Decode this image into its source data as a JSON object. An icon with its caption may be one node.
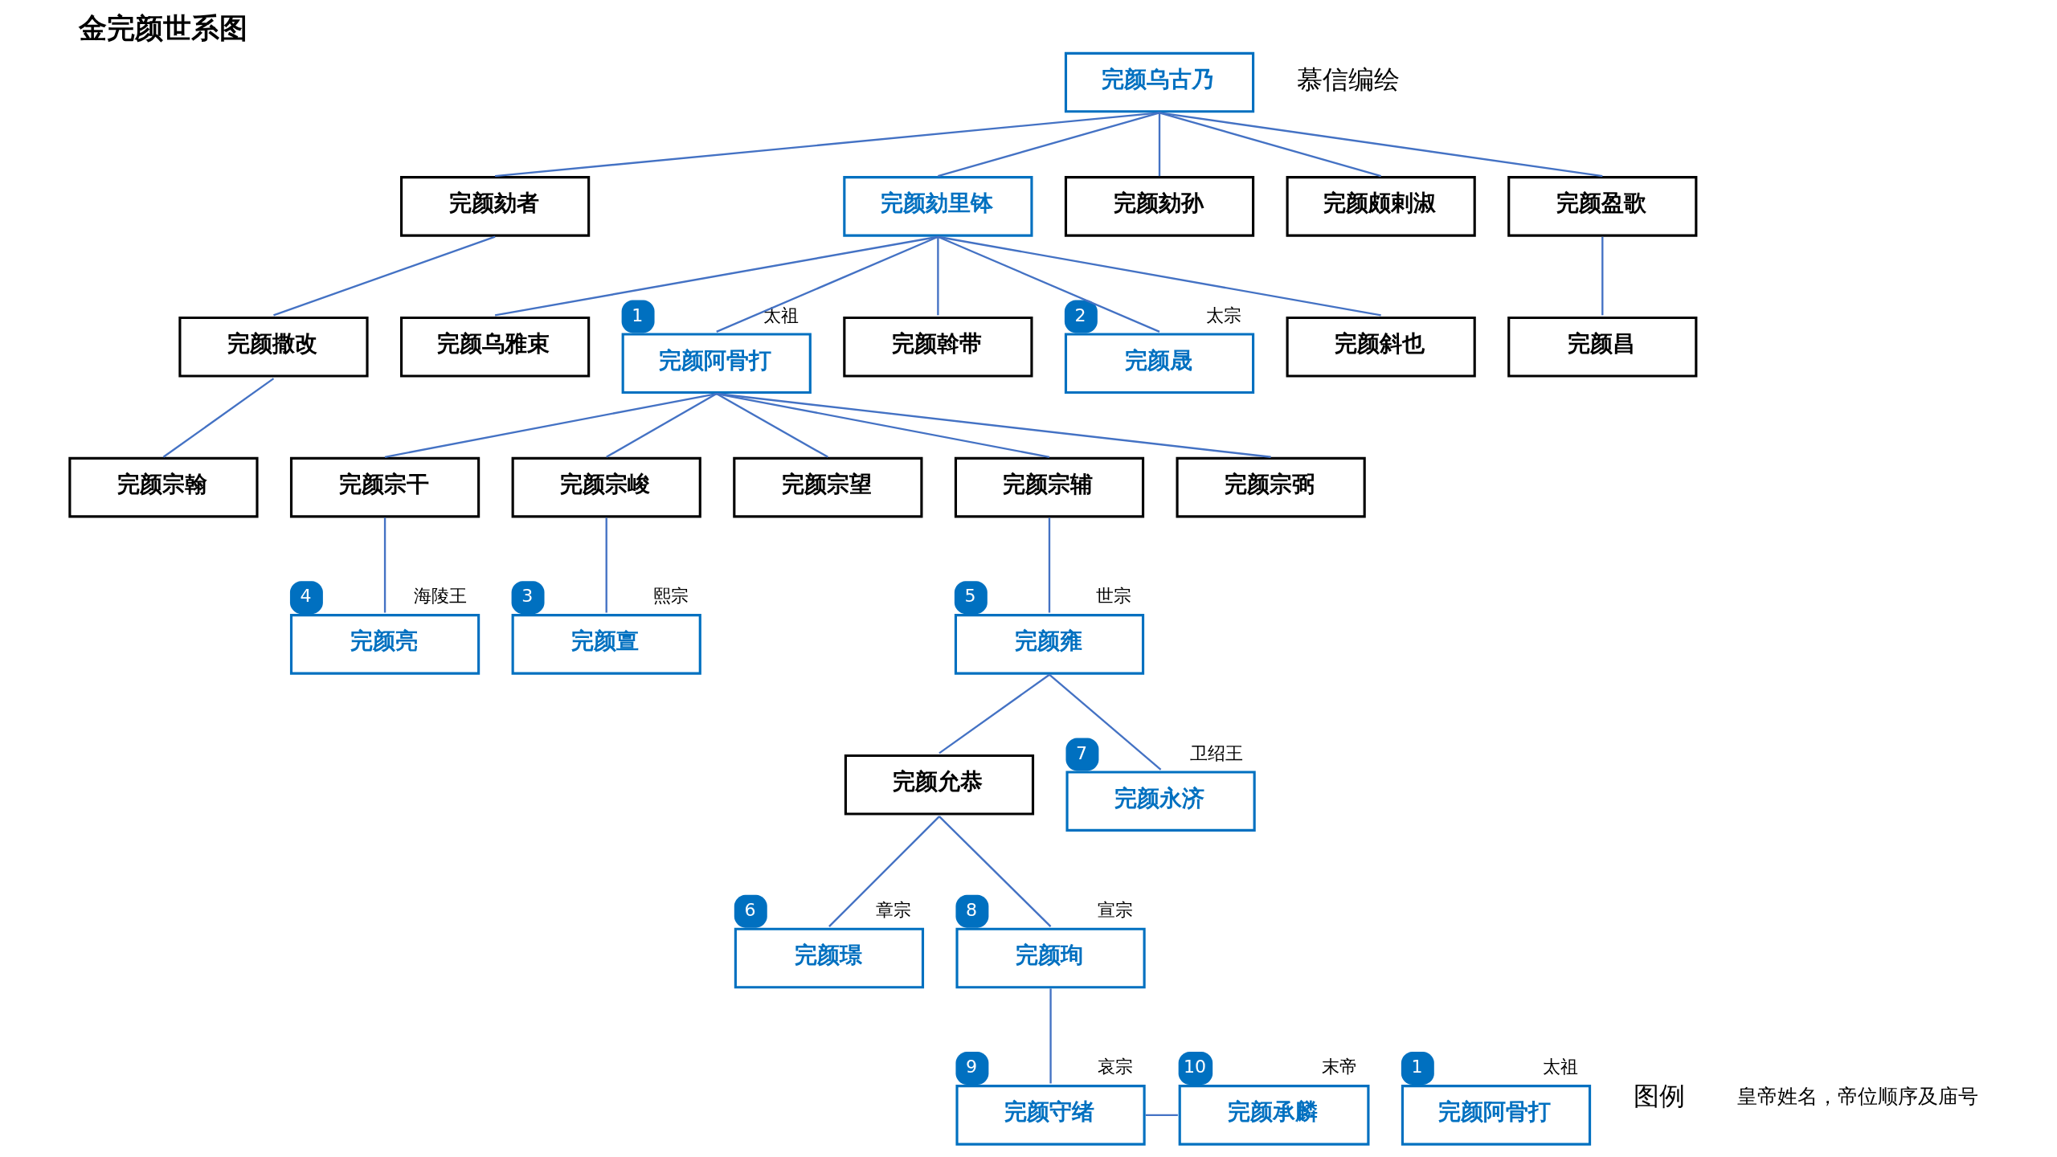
{
  "diagram": {
    "title": "金完颜世系图",
    "nodes": [
      {
        "text": [
          "完颜乌古乃"
        ]
      },
      {
        "text": [
          "完颜劾者"
        ]
      },
      {
        "text": [
          "完颜劾里钵"
        ]
      },
      {
        "text": [
          "完颜劾孙"
        ]
      },
      {
        "text": [
          "完颜颇剌淑"
        ]
      },
      {
        "text": [
          "完颜盈歌"
        ]
      },
      {
        "text": [
          "完颜撒改"
        ]
      },
      {
        "text": [
          "完颜乌雅束"
        ]
      },
      {
        "text": [
          "完颜阿骨打"
        ],
        "beside": [
          "1",
          "太祖"
        ]
      },
      {
        "text": [
          "完颜斡带"
        ]
      },
      {
        "text": [
          "完颜晟"
        ],
        "beside": [
          "2",
          "太宗"
        ]
      },
      {
        "text": [
          "完颜斜也"
        ]
      },
      {
        "text": [
          "完颜昌"
        ]
      },
      {
        "text": [
          "完颜宗翰"
        ]
      },
      {
        "text": [
          "完颜宗干"
        ]
      },
      {
        "text": [
          "完颜宗峻"
        ]
      },
      {
        "text": [
          "完颜宗望"
        ]
      },
      {
        "text": [
          "完颜宗辅"
        ]
      },
      {
        "text": [
          "完颜宗弼"
        ]
      },
      {
        "text": [
          "完颜亮"
        ],
        "beside": [
          "4",
          "海陵王"
        ]
      },
      {
        "text": [
          "完颜亶"
        ],
        "beside": [
          "3",
          "熙宗"
        ]
      },
      {
        "text": [
          "完颜雍"
        ],
        "beside": [
          "5",
          "世宗"
        ]
      },
      {
        "text": [
          "完颜允恭"
        ]
      },
      {
        "text": [
          "完颜永济"
        ],
        "beside": [
          "7",
          "卫绍王"
        ]
      },
      {
        "text": [
          "完颜璟"
        ],
        "beside": [
          "6",
          "章宗"
        ]
      },
      {
        "text": [
          "完颜珣"
        ],
        "beside": [
          "8",
          "宣宗"
        ]
      },
      {
        "text": [
          "完颜守绪"
        ],
        "beside": [
          "9",
          "哀宗"
        ]
      },
      {
        "text": [
          "完颜承麟"
        ],
        "beside": [
          "10",
          "末帝"
        ]
      },
      {
        "text": [
          "完颜阿骨打"
        ],
        "beside": [
          "1",
          "太祖"
        ]
      }
    ],
    "edges": [
      {
        "from": 0,
        "to": 1,
        "arrow": "none"
      },
      {
        "from": 0,
        "to": 2,
        "arrow": "none"
      },
      {
        "from": 0,
        "to": 3,
        "arrow": "none"
      },
      {
        "from": 0,
        "to": 4,
        "arrow": "none"
      },
      {
        "from": 0,
        "to": 5,
        "arrow": "none"
      },
      {
        "from": 1,
        "to": 6,
        "arrow": "none"
      },
      {
        "from": 2,
        "to": 7,
        "arrow": "none"
      },
      {
        "from": 2,
        "to": 8,
        "arrow": "none"
      },
      {
        "from": 2,
        "to": 9,
        "arrow": "none"
      },
      {
        "from": 2,
        "to": 10,
        "arrow": "none"
      },
      {
        "from": 2,
        "to": 11,
        "arrow": "none"
      },
      {
        "from": 5,
        "to": 12,
        "arrow": "none"
      },
      {
        "from": 6,
        "to": 13,
        "arrow": "none"
      },
      {
        "from": 8,
        "to": 14,
        "arrow": "none"
      },
      {
        "from": 8,
        "to": 15,
        "arrow": "none"
      },
      {
        "from": 8,
        "to": 16,
        "arrow": "none"
      },
      {
        "from": 8,
        "to": 17,
        "arrow": "none"
      },
      {
        "from": 8,
        "to": 18,
        "arrow": "none"
      },
      {
        "from": 14,
        "to": 19,
        "arrow": "none"
      },
      {
        "from": 15,
        "to": 20,
        "arrow": "none"
      },
      {
        "from": 17,
        "to": 21,
        "arrow": "none"
      },
      {
        "from": 21,
        "to": 22,
        "arrow": "none"
      },
      {
        "from": 21,
        "to": 23,
        "arrow": "none"
      },
      {
        "from": 22,
        "to": 24,
        "arrow": "none"
      },
      {
        "from": 22,
        "to": 25,
        "arrow": "none"
      },
      {
        "from": 25,
        "to": 26,
        "arrow": "none"
      },
      {
        "from": 26,
        "to": 27,
        "arrow": "none"
      }
    ],
    "labels": [
      "慕信编绘",
      "图例"
    ],
    "legend": [
      {
        "text": "皇帝姓名，帝位顺序及庙号"
      }
    ]
  }
}
